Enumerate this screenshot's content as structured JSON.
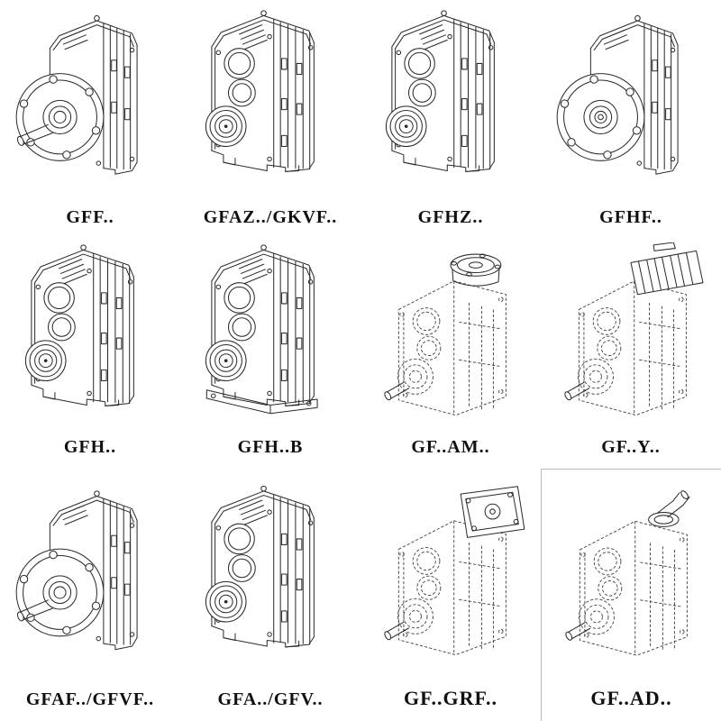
{
  "page": {
    "background_color": "#ffffff",
    "line_color": "#2b2b2b",
    "dashed_line_color": "#454545"
  },
  "grid": {
    "rows": 3,
    "columns": 4,
    "items": [
      {
        "label": "GFF..",
        "symbol": "flange",
        "drawing": "flange-mounted-helical-gearbox-with-output-shaft"
      },
      {
        "label": "GFAZ../GKVF..",
        "symbol": "bore",
        "drawing": "shaft-mounted-helical-gearbox"
      },
      {
        "label": "GFHZ..",
        "symbol": "bore",
        "drawing": "hollow-shaft-helical-gearbox"
      },
      {
        "label": "GFHF..",
        "symbol": "flange-hollow",
        "drawing": "flange-mounted-hollow-shaft-gearbox"
      },
      {
        "label": "GFH..",
        "symbol": "bore",
        "drawing": "hollow-shaft-helical-gearbox"
      },
      {
        "label": "GFH..B",
        "symbol": "bore-foot",
        "drawing": "foot-mounted-hollow-shaft-gearbox"
      },
      {
        "label": "GF..AM..",
        "symbol": "dashed-flange",
        "drawing": "gearbox-with-motor-adapter-flange-phantom-outline"
      },
      {
        "label": "GF..Y..",
        "symbol": "dashed-motor",
        "drawing": "gearbox-with-mounted-motor-phantom-outline"
      },
      {
        "label": "GFAF../GFVF..",
        "symbol": "flange",
        "drawing": "flange-mounted-helical-gearbox-with-output-shaft"
      },
      {
        "label": "GFA../GFV..",
        "symbol": "bore",
        "drawing": "shaft-mounted-helical-gearbox"
      },
      {
        "label": "GF..GRF..",
        "symbol": "dashed-bracket",
        "drawing": "gearbox-with-input-bracket-phantom-outline"
      },
      {
        "label": "GF..AD..",
        "symbol": "dashed-shaft",
        "drawing": "gearbox-with-input-shaft-adapter-phantom-outline"
      }
    ]
  }
}
